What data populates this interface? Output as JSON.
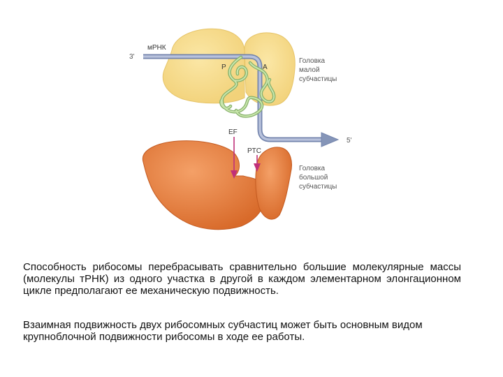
{
  "diagram": {
    "mrna_label": "мРНК",
    "end_3": "3'",
    "end_5": "5'",
    "site_p": "P",
    "site_a": "A",
    "small_head_lines": [
      "Головка",
      "малой",
      "субчастицы"
    ],
    "large_head_lines": [
      "Головка",
      "большой",
      "субчастицы"
    ],
    "ef_label": "EF",
    "ptc_label": "PTC",
    "colors": {
      "small_subunit": "#f8dc8a",
      "large_subunit": "#e9803f",
      "mrna": "#8595b8",
      "trna": "#a9cf8a",
      "arrow": "#c0307a"
    }
  },
  "text": {
    "paragraph1": "Способность рибосомы перебрасывать сравнительно большие молекулярные массы (молекулы тРНК) из одного участка в другой в каждом элементарном элонгационном цикле предполагают ее механическую подвижность.",
    "paragraph2": "Взаимная подвижность двух рибосомных субчастиц может быть основным видом крупноблочной подвижности рибосомы в ходе ее работы."
  }
}
